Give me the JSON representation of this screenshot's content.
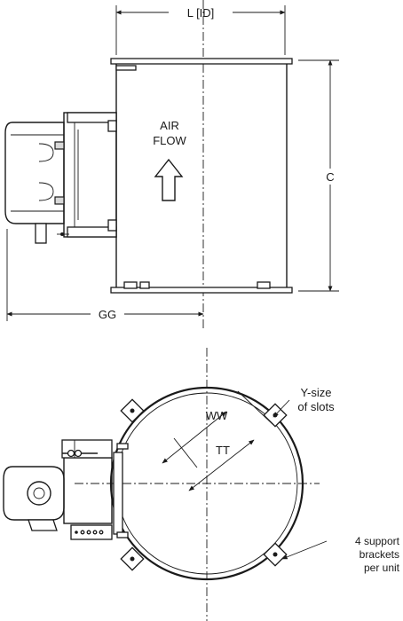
{
  "side_view": {
    "dim_l": "L [ID]",
    "dim_c": "C",
    "dim_gg": "GG",
    "air_flow_line1": "AIR",
    "air_flow_line2": "FLOW"
  },
  "plan_view": {
    "dim_ww": "WW",
    "dim_tt": "TT",
    "callout_slots_line1": "Y-size",
    "callout_slots_line2": "of slots",
    "callout_brackets_line1": "4 support",
    "callout_brackets_line2": "brackets",
    "callout_brackets_line3": "per unit"
  }
}
